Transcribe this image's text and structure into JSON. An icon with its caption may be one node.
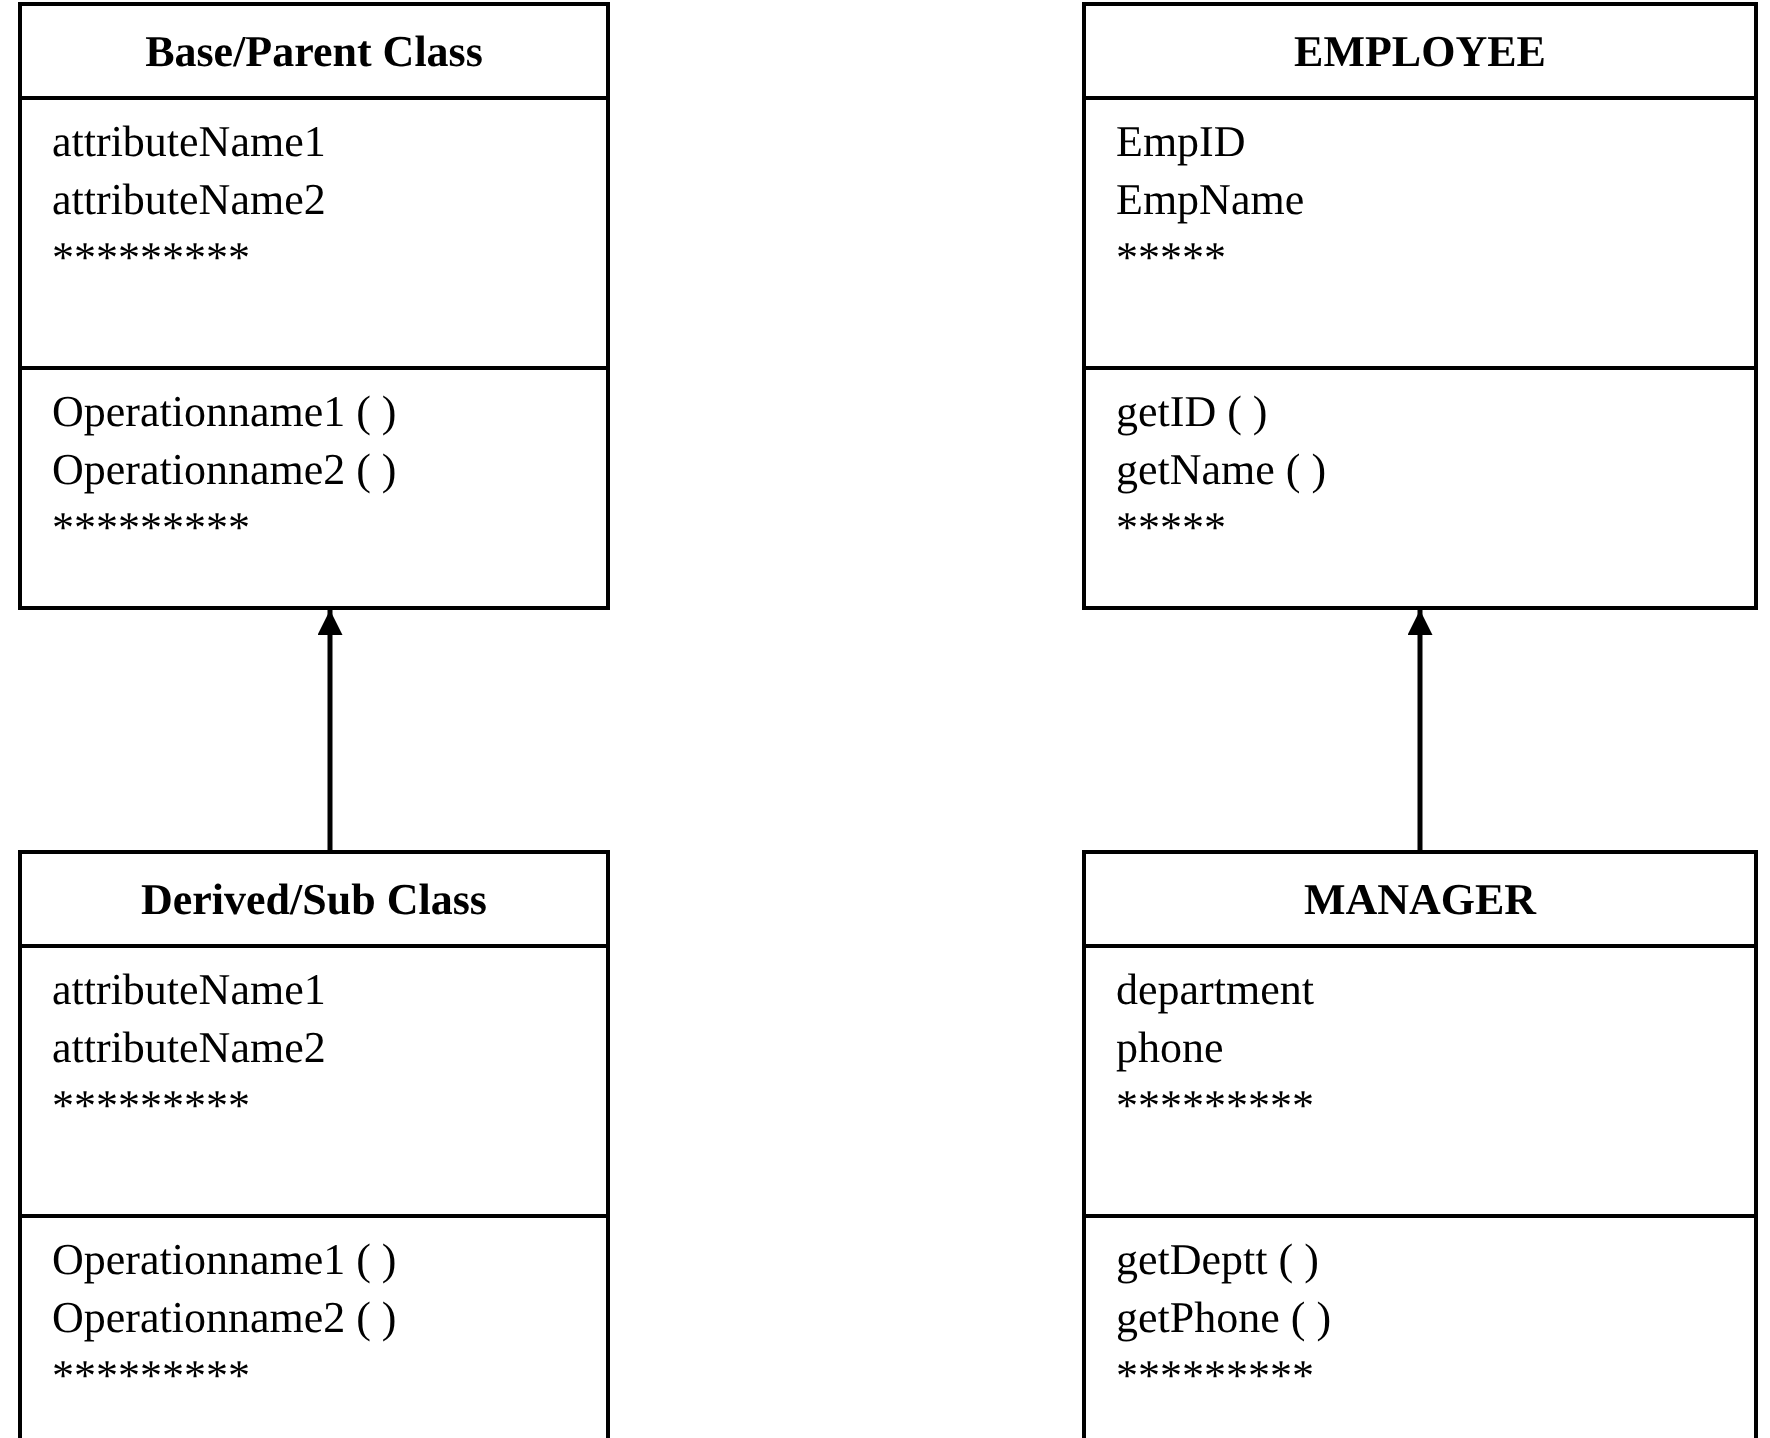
{
  "diagram": {
    "nodes": [
      {
        "text": [
          "Base/Parent Class"
        ]
      },
      {
        "text": [
          "attributeName1",
          "attributeName2",
          "*********"
        ],
        "in": 0
      },
      {
        "text": [
          "Operationname1 ( )",
          "Operationname2 ( )",
          "*********"
        ],
        "in": 0
      },
      {
        "text": [
          "EMPLOYEE"
        ]
      },
      {
        "text": [
          "EmpID",
          "EmpName",
          "*****"
        ],
        "in": 3
      },
      {
        "text": [
          "getID ( )",
          "getName ( )",
          "*****"
        ],
        "in": 3
      },
      {
        "text": [
          "Derived/Sub Class"
        ]
      },
      {
        "text": [
          "attributeName1",
          "attributeName2",
          "*********"
        ],
        "in": 6
      },
      {
        "text": [
          "Operationname1 ( )",
          "Operationname2 ( )",
          "*********"
        ],
        "in": 6
      },
      {
        "text": [
          "MANAGER"
        ]
      },
      {
        "text": [
          "department",
          "phone",
          "*********"
        ],
        "in": 9
      },
      {
        "text": [
          "getDeptt ( )",
          "getPhone ( )",
          "*********"
        ],
        "in": 9
      }
    ],
    "edges": [
      {
        "from": 6,
        "to": 0,
        "arrow": "to"
      },
      {
        "from": 9,
        "to": 3,
        "arrow": "to"
      }
    ]
  }
}
